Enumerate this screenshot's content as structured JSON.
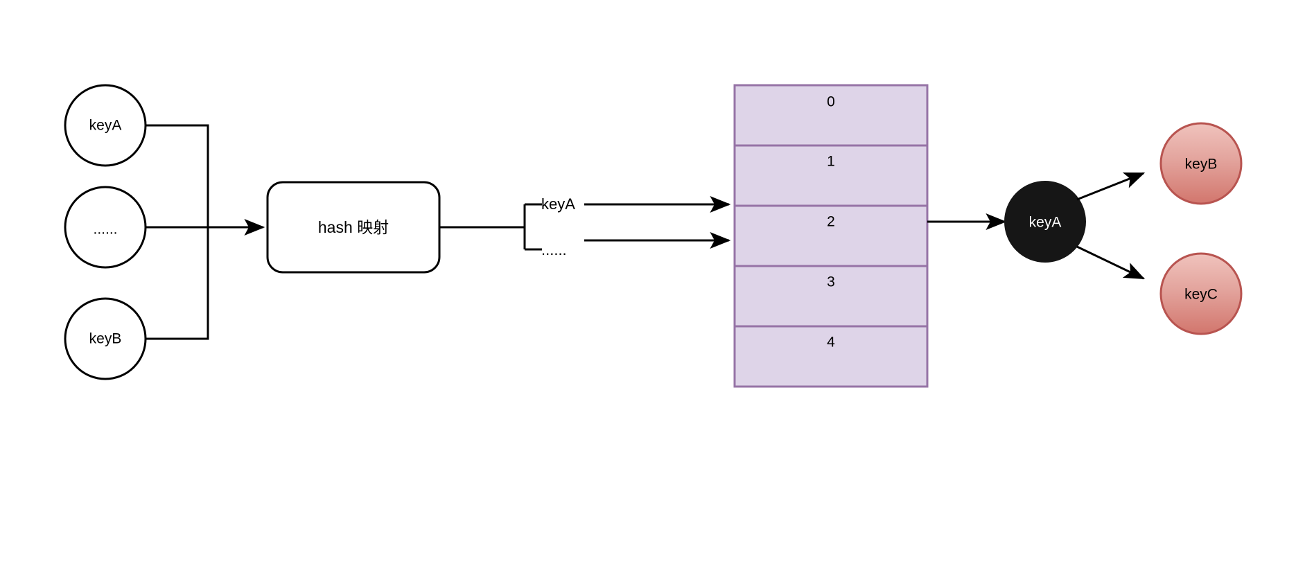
{
  "diagram": {
    "title": "hash mapping and collision chaining diagram",
    "background_color": "#ffffff",
    "input_nodes": [
      {
        "id": "in-keyA",
        "label": "keyA",
        "shape": "circle",
        "fill": "#ffffff",
        "stroke": "#000000"
      },
      {
        "id": "in-ellipsis",
        "label": "......",
        "shape": "circle",
        "fill": "#ffffff",
        "stroke": "#000000"
      },
      {
        "id": "in-keyB",
        "label": "keyB",
        "shape": "circle",
        "fill": "#ffffff",
        "stroke": "#000000"
      }
    ],
    "process_box": {
      "id": "hash-box",
      "label": "hash 映射",
      "fill": "#ffffff",
      "stroke": "#000000"
    },
    "branch_labels": [
      {
        "id": "branch-keyA",
        "label": "keyA"
      },
      {
        "id": "branch-ellipsis",
        "label": "......"
      }
    ],
    "bucket_table": {
      "id": "bucket-array",
      "fill": "#ded4e8",
      "stroke": "#9673a6",
      "slots": [
        {
          "index": 0,
          "label": "0"
        },
        {
          "index": 1,
          "label": "1"
        },
        {
          "index": 2,
          "label": "2"
        },
        {
          "index": 3,
          "label": "3"
        },
        {
          "index": 4,
          "label": "4"
        }
      ],
      "target_slot": "2"
    },
    "chain_head": {
      "id": "chain-keyA",
      "label": "keyA",
      "fill": "#161616",
      "text_color": "#ffffff"
    },
    "chain_nodes": [
      {
        "id": "chain-keyB",
        "label": "keyB",
        "fill_top": "#eab4ad",
        "fill_bottom": "#d4786f",
        "stroke": "#b85450"
      },
      {
        "id": "chain-keyC",
        "label": "keyC",
        "fill_top": "#eab4ad",
        "fill_bottom": "#d4786f",
        "stroke": "#b85450"
      }
    ],
    "colors": {
      "line": "#000000",
      "bucket_fill": "#ded4e8",
      "bucket_stroke": "#9673a6",
      "node_red_stroke": "#b85450",
      "node_black": "#161616"
    }
  }
}
